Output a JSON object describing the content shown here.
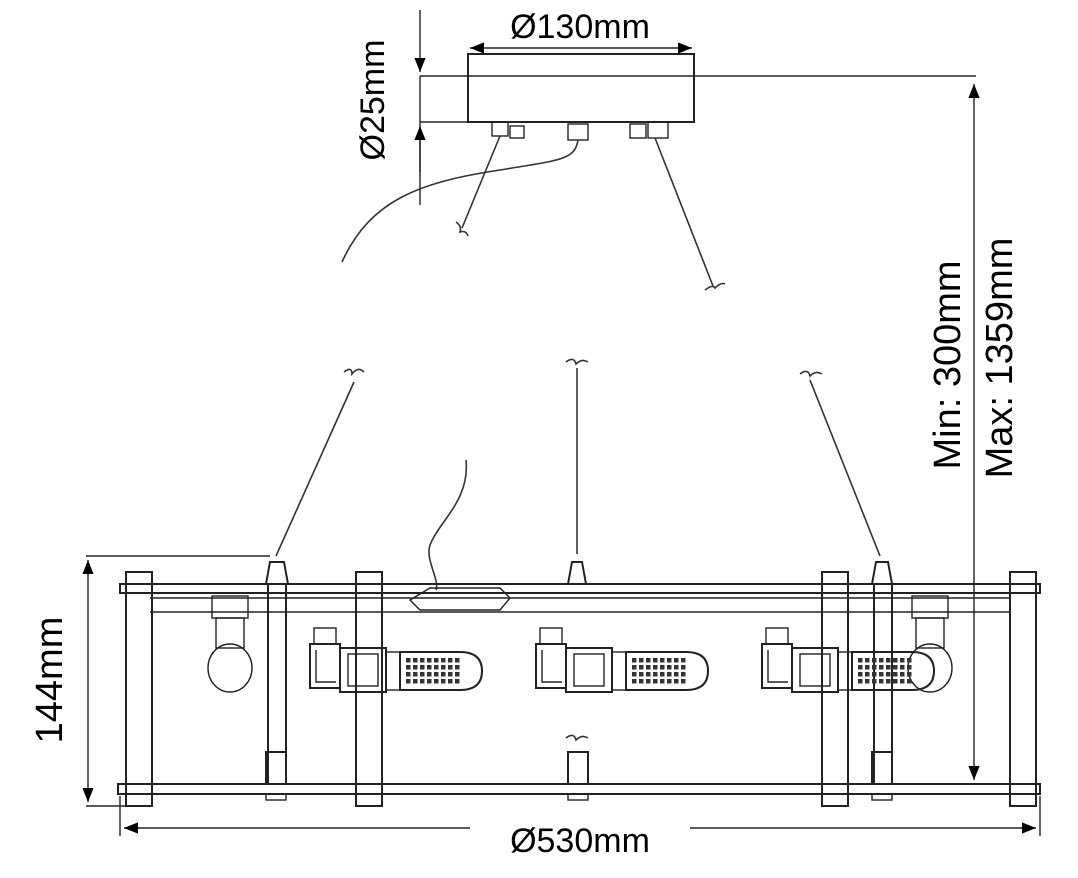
{
  "dimensions": {
    "canopy_diameter": "Ø130mm",
    "canopy_height": "Ø25mm",
    "drop_min": "Min: 300mm",
    "drop_max": "Max: 1359mm",
    "body_height": "144mm",
    "body_diameter": "Ø530mm"
  },
  "colors": {
    "line": "#222222",
    "background": "#ffffff"
  }
}
